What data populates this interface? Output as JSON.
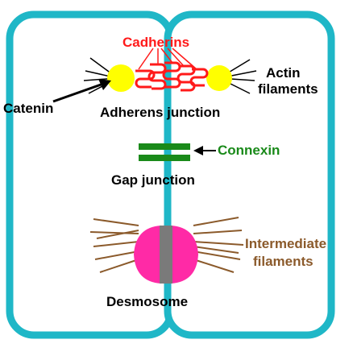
{
  "labels": {
    "cadherins": "Cadherins",
    "actin_line1": "Actin",
    "actin_line2": "filaments",
    "catenin": "Catenin",
    "adherens_junction": "Adherens junction",
    "connexin": "Connexin",
    "gap_junction": "Gap junction",
    "intermediate_line1": "Intermediate",
    "intermediate_line2": "filaments",
    "desmosome": "Desmosome"
  },
  "colors": {
    "cell_membrane": "#1fb7c7",
    "cadherin": "#ff1a1a",
    "catenin": "#ffff00",
    "connexin": "#1a8a1a",
    "desmosome_plaque": "#ff2aa6",
    "desmosome_core": "#7a7a7a",
    "intermediate_filament": "#8b5a2b",
    "text_black": "#000000"
  }
}
